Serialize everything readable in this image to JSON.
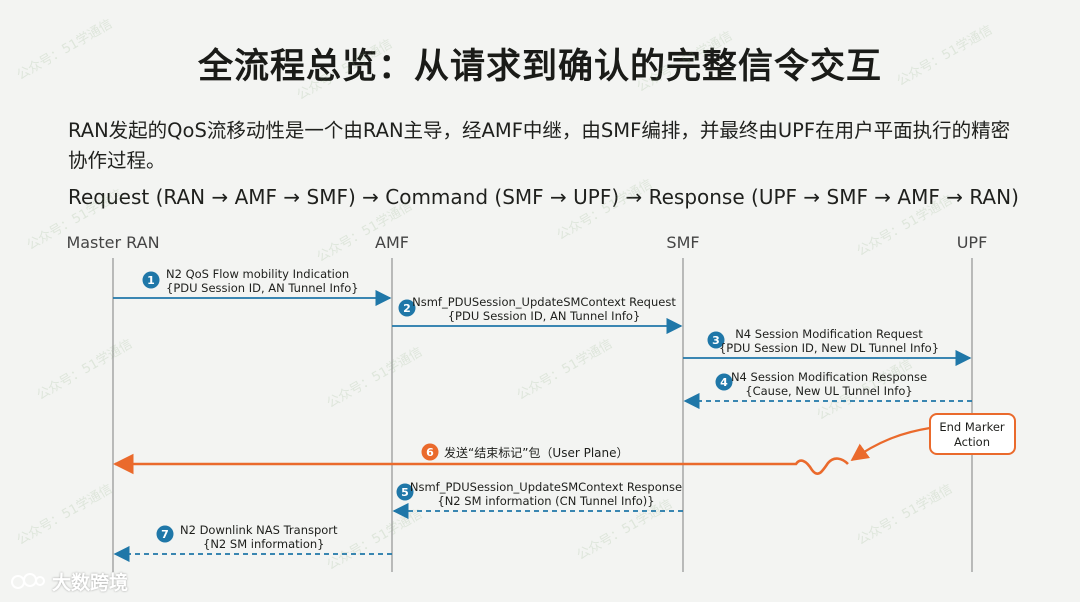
{
  "title": "全流程总览：从请求到确认的完整信令交互",
  "intro": "RAN发起的QoS流移动性是一个由RAN主导，经AMF中继，由SMF编排，并最终由UPF在用户平面执行的精密协作过程。",
  "flow_summary": "Request (RAN → AMF → SMF) → Command (SMF → UPF) → Response (UPF → SMF → AMF → RAN)",
  "lanes": [
    "Master RAN",
    "AMF",
    "SMF",
    "UPF"
  ],
  "messages": [
    {
      "num": "1",
      "line1": "N2 QoS Flow mobility Indication",
      "line2": "{PDU Session ID, AN Tunnel Info}",
      "from": "Master RAN",
      "to": "AMF",
      "style": "solid",
      "color": "#1f77a8"
    },
    {
      "num": "2",
      "line1": "Nsmf_PDUSession_UpdateSMContext Request",
      "line2": "{PDU Session ID, AN Tunnel Info}",
      "from": "AMF",
      "to": "SMF",
      "style": "solid",
      "color": "#1f77a8"
    },
    {
      "num": "3",
      "line1": "N4 Session Modification Request",
      "line2": "{PDU Session ID, New DL Tunnel Info}",
      "from": "SMF",
      "to": "UPF",
      "style": "solid",
      "color": "#1f77a8"
    },
    {
      "num": "4",
      "line1": "N4 Session Modification Response",
      "line2": "{Cause, New UL Tunnel Info}",
      "from": "UPF",
      "to": "SMF",
      "style": "dashed",
      "color": "#1f77a8"
    },
    {
      "num": "6",
      "line1": "发送“结束标记”包（User Plane）",
      "line2": "",
      "from": "UPF",
      "to": "Master RAN",
      "style": "solid",
      "color": "#ea6a2c"
    },
    {
      "num": "5",
      "line1": "Nsmf_PDUSession_UpdateSMContext Response",
      "line2": "{N2 SM information (CN Tunnel Info)}",
      "from": "SMF",
      "to": "AMF",
      "style": "dashed",
      "color": "#1f77a8"
    },
    {
      "num": "7",
      "line1": "N2 Downlink NAS Transport",
      "line2": "{N2 SM information}",
      "from": "AMF",
      "to": "Master RAN",
      "style": "dashed",
      "color": "#1f77a8"
    }
  ],
  "end_marker_box": {
    "line1": "End Marker",
    "line2": "Action"
  },
  "watermark": "公众号：51学通信",
  "logo_text": "大数跨境",
  "colors": {
    "blue": "#1f77a8",
    "orange": "#ea6a2c",
    "lifeline": "#9a9a9a"
  }
}
